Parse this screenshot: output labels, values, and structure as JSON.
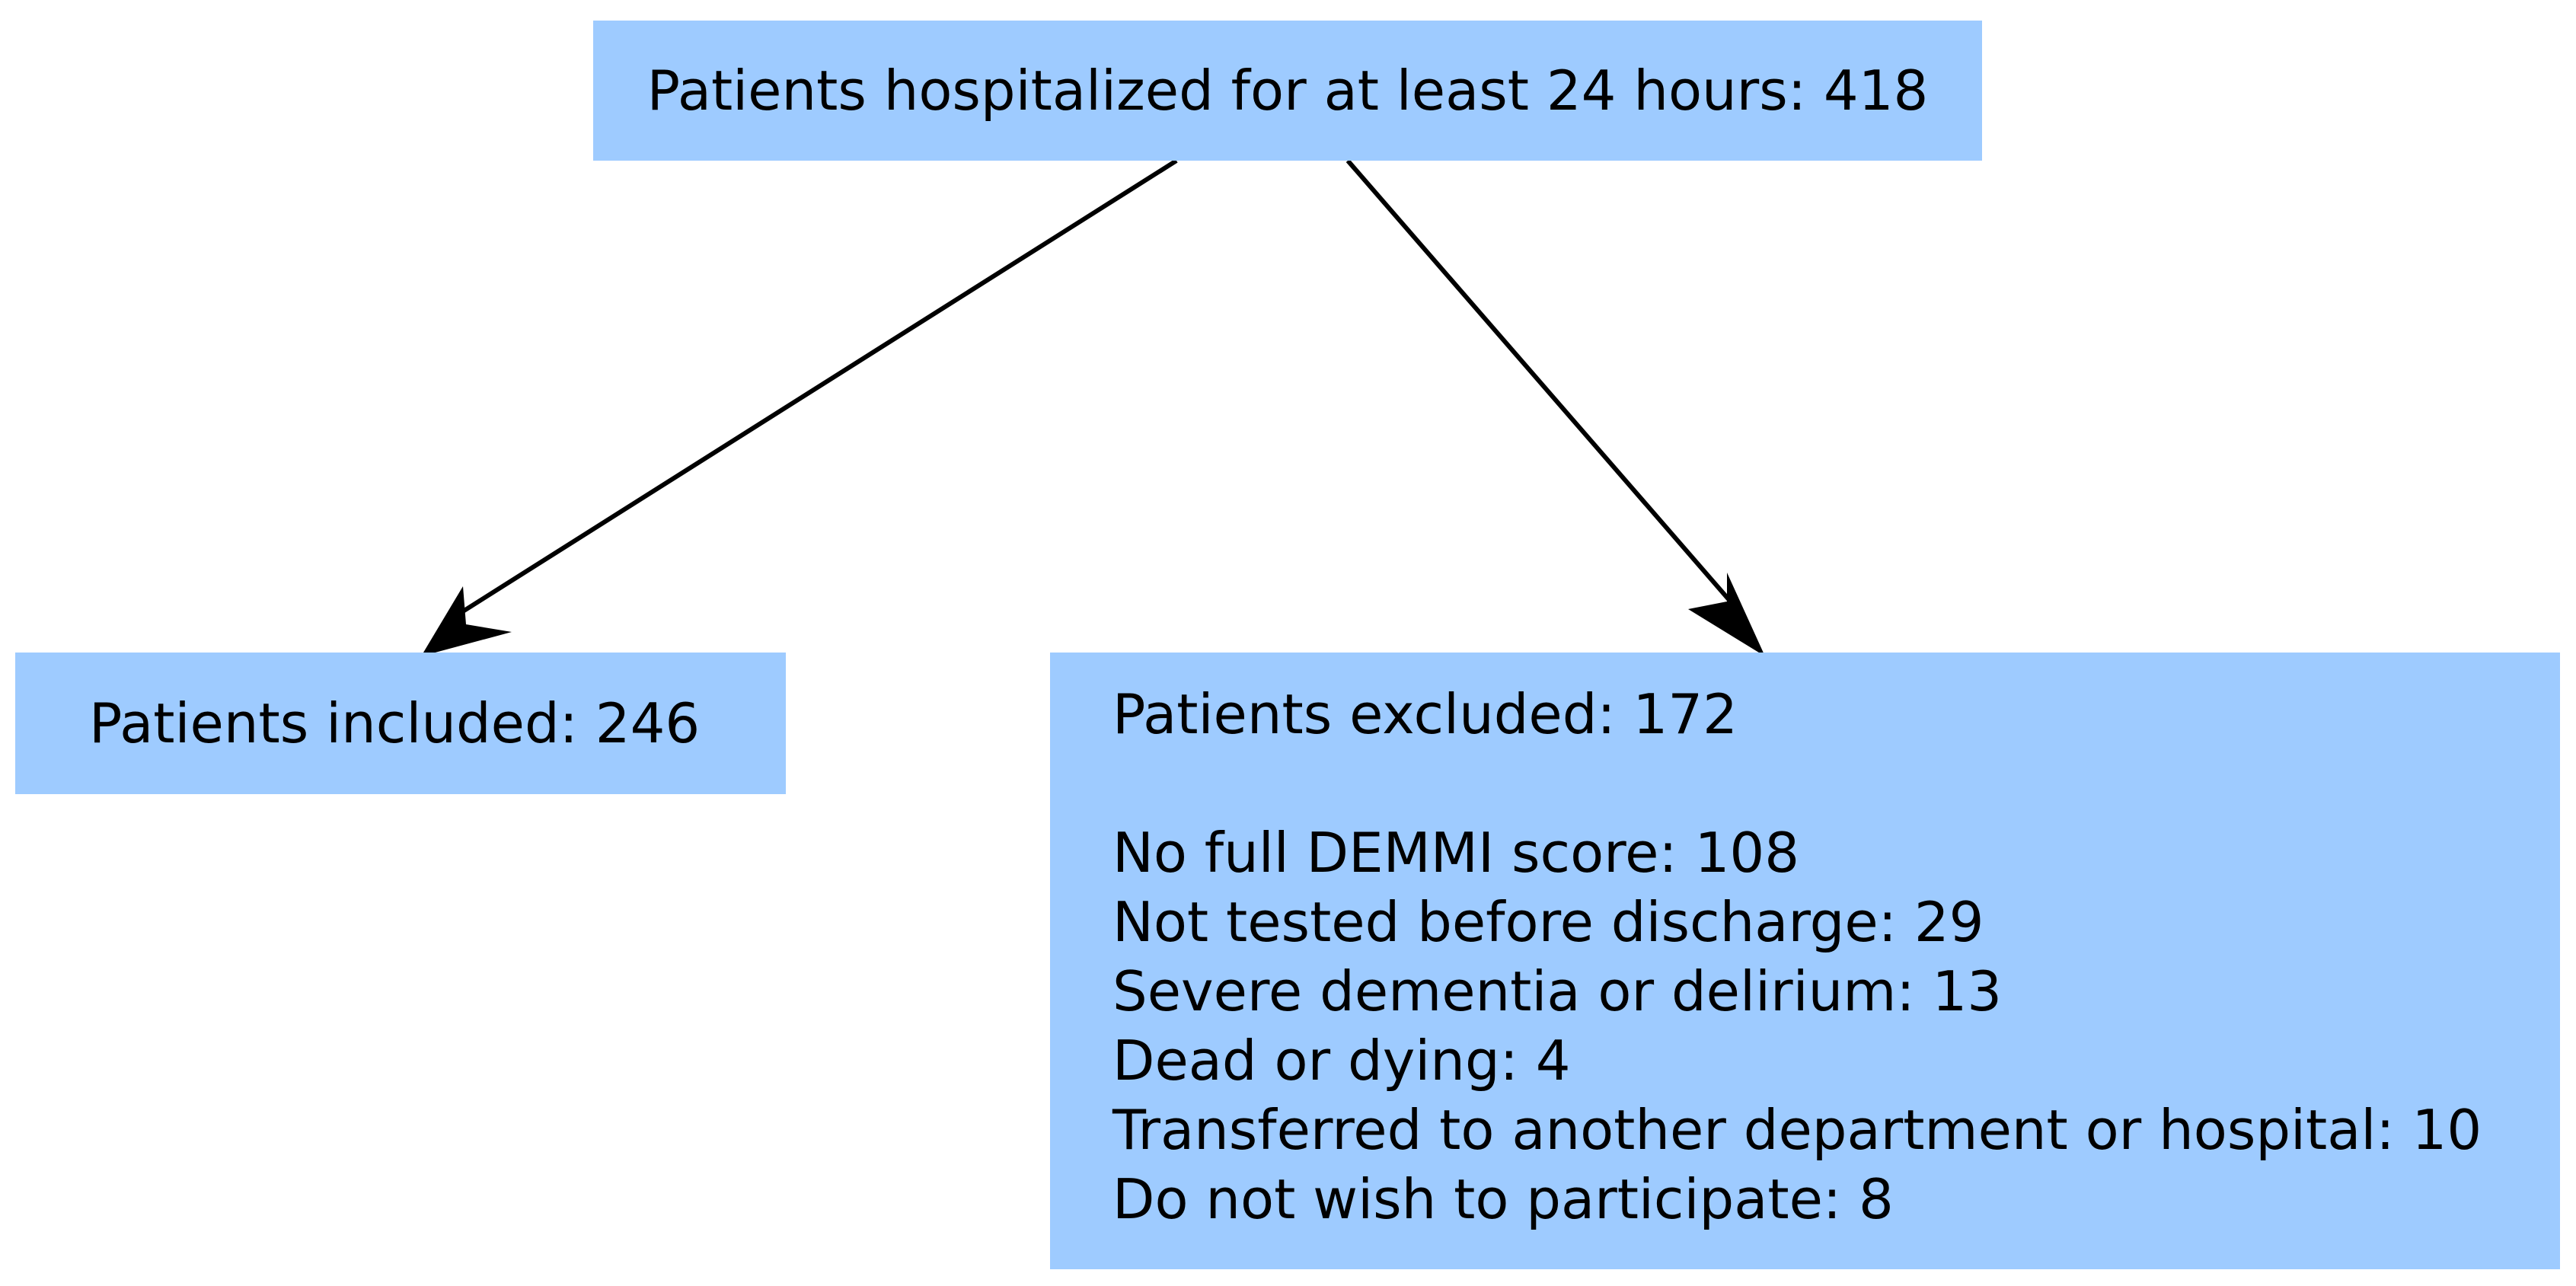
{
  "top_box": {
    "label": "Patients hospitalized for at least 24 hours: 418"
  },
  "included_box": {
    "label": "Patients included: 246"
  },
  "excluded_box": {
    "title": "Patients excluded: 172",
    "reasons": [
      "No full DEMMI score: 108",
      "Not tested before discharge: 29",
      "Severe dementia or delirium: 13",
      "Dead or dying: 4",
      "Transferred to another department or hospital: 10",
      "Do not wish to participate: 8"
    ]
  },
  "colors": {
    "box_fill": "#9ecbff",
    "arrow": "#000000",
    "text": "#000000"
  }
}
